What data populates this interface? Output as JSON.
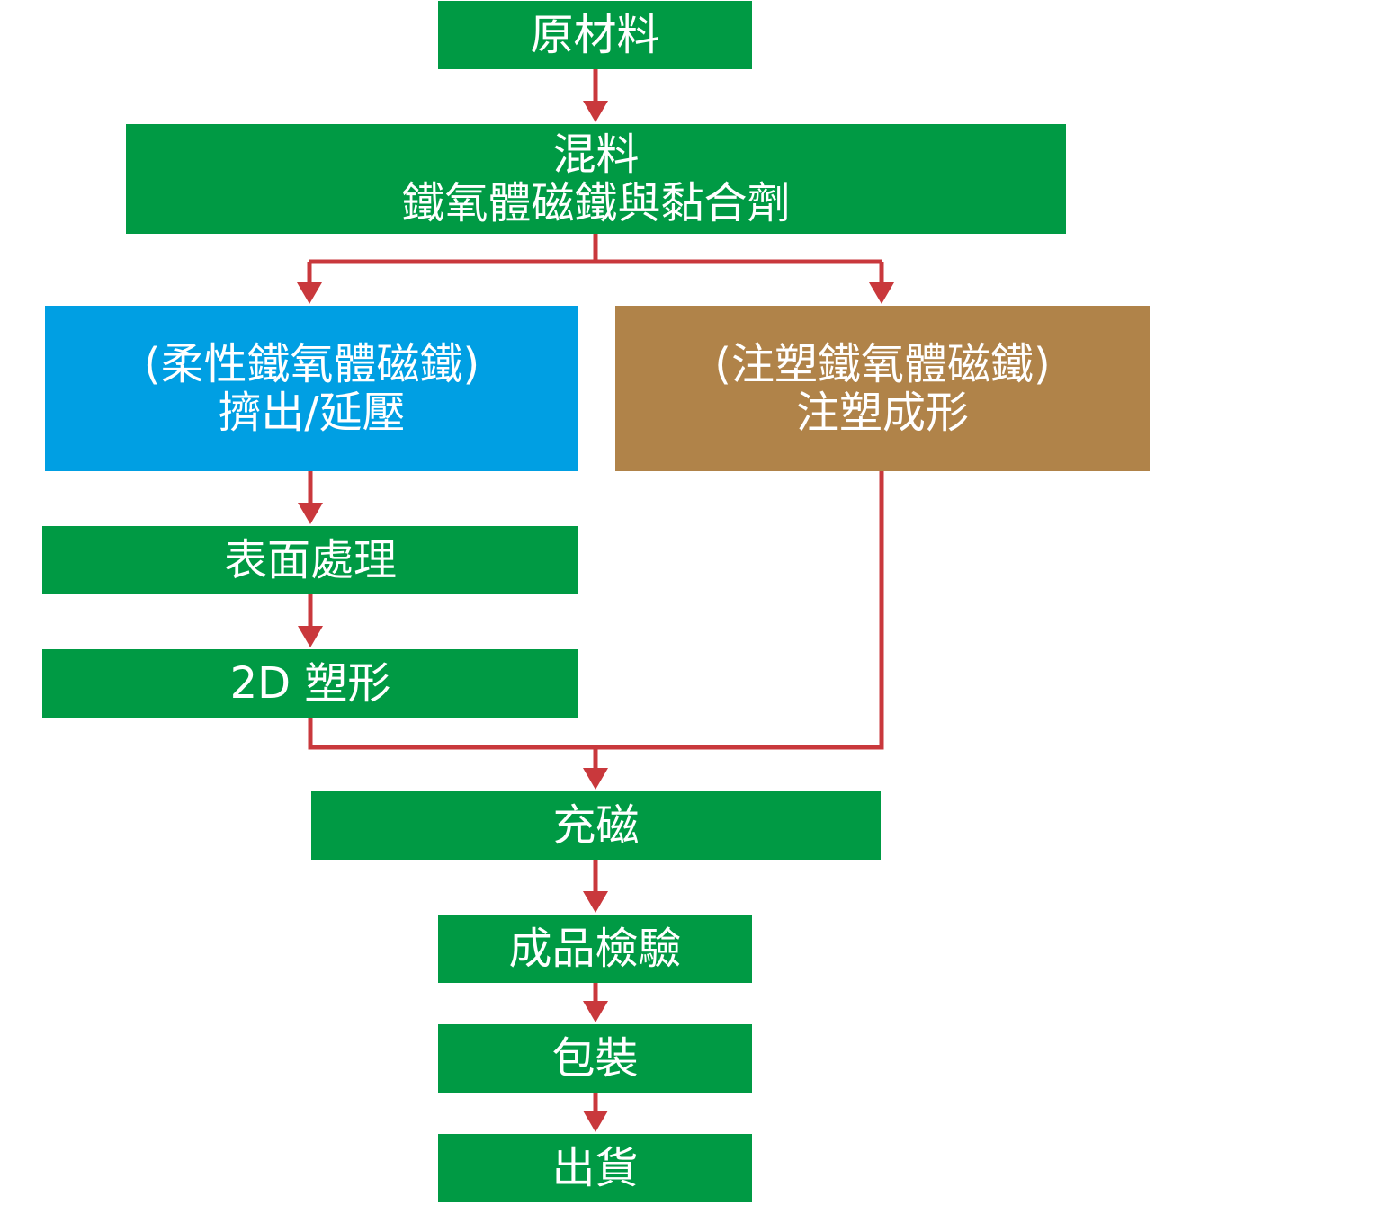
{
  "colors": {
    "green": "#009a44",
    "blue": "#009fe3",
    "brown": "#b08349",
    "arrow": "#c9383c",
    "text": "#ffffff"
  },
  "nodes": {
    "raw": {
      "label": "原材料"
    },
    "mix": {
      "line1": "混料",
      "line2": "鐵氧體磁鐵與黏合劑"
    },
    "flex": {
      "line1": "(柔性鐵氧體磁鐵)",
      "line2": "擠出/延壓"
    },
    "inject": {
      "line1": "(注塑鐵氧體磁鐵)",
      "line2": "注塑成形"
    },
    "surface": {
      "label": "表面處理"
    },
    "shape2d": {
      "label": "2D 塑形"
    },
    "magnet": {
      "label": "充磁"
    },
    "inspect": {
      "label": "成品檢驗"
    },
    "pack": {
      "label": "包裝"
    },
    "ship": {
      "label": "出貨"
    }
  }
}
